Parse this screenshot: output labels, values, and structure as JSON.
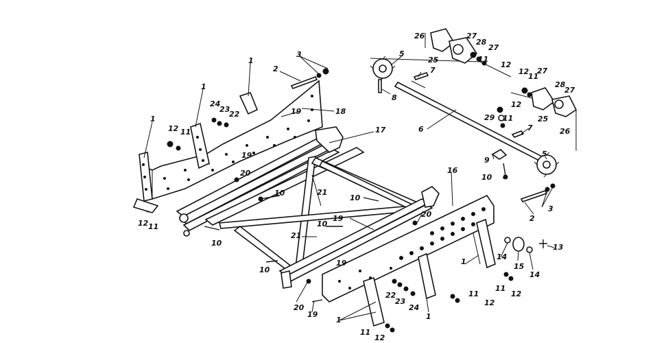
{
  "diagram": {
    "callouts": [
      {
        "id": "c1a",
        "text": "1"
      },
      {
        "id": "c1b",
        "text": "1"
      },
      {
        "id": "c1c",
        "text": "1"
      },
      {
        "id": "c1d",
        "text": "1"
      },
      {
        "id": "c1e",
        "text": "1"
      },
      {
        "id": "c1f",
        "text": "1"
      },
      {
        "id": "c2a",
        "text": "2"
      },
      {
        "id": "c2b",
        "text": "2"
      },
      {
        "id": "c3a",
        "text": "3"
      },
      {
        "id": "c3b",
        "text": "3"
      },
      {
        "id": "c5a",
        "text": "5"
      },
      {
        "id": "c5b",
        "text": "5"
      },
      {
        "id": "c6",
        "text": "6"
      },
      {
        "id": "c7a",
        "text": "7"
      },
      {
        "id": "c7b",
        "text": "7"
      },
      {
        "id": "c8",
        "text": "8"
      },
      {
        "id": "c9",
        "text": "9"
      },
      {
        "id": "c10a",
        "text": "10"
      },
      {
        "id": "c10b",
        "text": "10"
      },
      {
        "id": "c10c",
        "text": "10"
      },
      {
        "id": "c10d",
        "text": "10"
      },
      {
        "id": "c10e",
        "text": "10"
      },
      {
        "id": "c10f",
        "text": "10"
      },
      {
        "id": "c11a",
        "text": "11"
      },
      {
        "id": "c11b",
        "text": "11"
      },
      {
        "id": "c11c",
        "text": "11"
      },
      {
        "id": "c11d",
        "text": "11"
      },
      {
        "id": "c11e",
        "text": "11"
      },
      {
        "id": "c11f",
        "text": "11"
      },
      {
        "id": "c11g",
        "text": "11"
      },
      {
        "id": "c11h",
        "text": "11"
      },
      {
        "id": "c12a",
        "text": "12"
      },
      {
        "id": "c12b",
        "text": "12"
      },
      {
        "id": "c12c",
        "text": "12"
      },
      {
        "id": "c12d",
        "text": "12"
      },
      {
        "id": "c12e",
        "text": "12"
      },
      {
        "id": "c12f",
        "text": "12"
      },
      {
        "id": "c12g",
        "text": "12"
      },
      {
        "id": "c12h",
        "text": "12"
      },
      {
        "id": "c13",
        "text": "13"
      },
      {
        "id": "c14a",
        "text": "14"
      },
      {
        "id": "c14b",
        "text": "14"
      },
      {
        "id": "c15",
        "text": "15"
      },
      {
        "id": "c16",
        "text": "16"
      },
      {
        "id": "c17",
        "text": "17"
      },
      {
        "id": "c18",
        "text": "18"
      },
      {
        "id": "c19a",
        "text": "19"
      },
      {
        "id": "c19b",
        "text": "19"
      },
      {
        "id": "c19c",
        "text": "19"
      },
      {
        "id": "c19d",
        "text": "19"
      },
      {
        "id": "c19e",
        "text": "19"
      },
      {
        "id": "c20a",
        "text": "20"
      },
      {
        "id": "c20b",
        "text": "20"
      },
      {
        "id": "c20c",
        "text": "20"
      },
      {
        "id": "c21a",
        "text": "21"
      },
      {
        "id": "c21b",
        "text": "21"
      },
      {
        "id": "c22a",
        "text": "22"
      },
      {
        "id": "c22b",
        "text": "22"
      },
      {
        "id": "c23a",
        "text": "23"
      },
      {
        "id": "c23b",
        "text": "23"
      },
      {
        "id": "c24a",
        "text": "24"
      },
      {
        "id": "c24b",
        "text": "24"
      },
      {
        "id": "c25a",
        "text": "25"
      },
      {
        "id": "c25b",
        "text": "25"
      },
      {
        "id": "c26a",
        "text": "26"
      },
      {
        "id": "c26b",
        "text": "26"
      },
      {
        "id": "c27a",
        "text": "27"
      },
      {
        "id": "c27b",
        "text": "27"
      },
      {
        "id": "c27c",
        "text": "27"
      },
      {
        "id": "c27d",
        "text": "27"
      },
      {
        "id": "c28a",
        "text": "28"
      },
      {
        "id": "c28b",
        "text": "28"
      },
      {
        "id": "c29",
        "text": "29"
      }
    ]
  }
}
